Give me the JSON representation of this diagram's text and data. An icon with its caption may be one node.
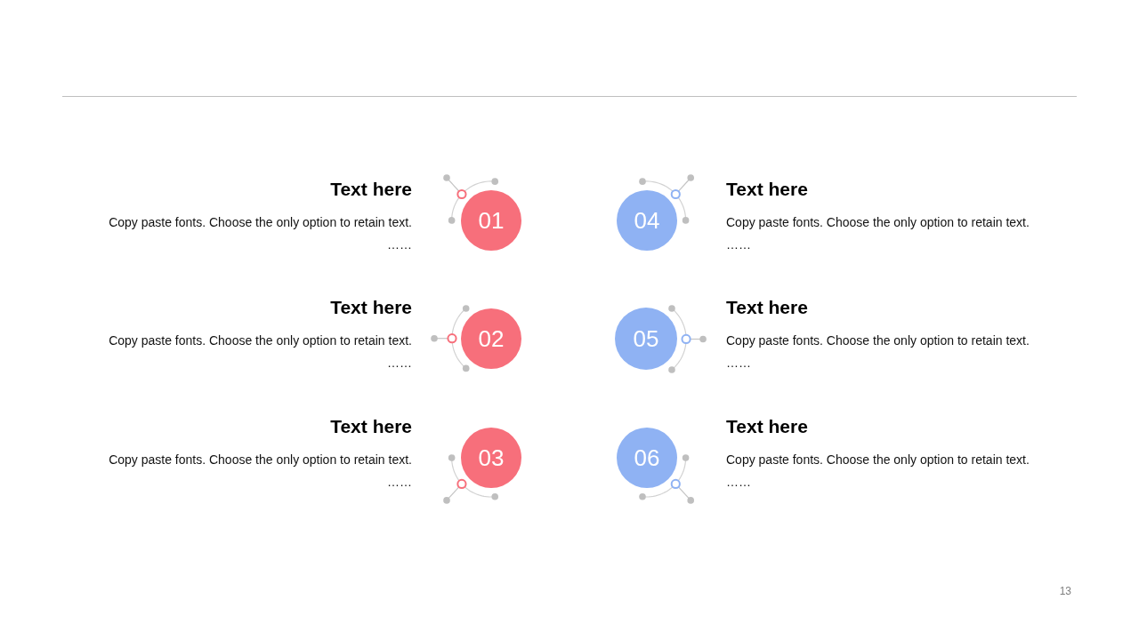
{
  "diagram": {
    "nodes": [
      {
        "text": [
          "01"
        ],
        "beside": [
          "Text here",
          "Copy paste fonts. Choose the only option to retain text. ……"
        ]
      },
      {
        "text": [
          "02"
        ],
        "beside": [
          "Text here",
          "Copy paste fonts. Choose the only option to retain text. ……"
        ]
      },
      {
        "text": [
          "03"
        ],
        "beside": [
          "Text here",
          "Copy paste fonts. Choose the only option to retain text. ……"
        ]
      },
      {
        "text": [
          "04"
        ],
        "beside": [
          "Text here",
          "Copy paste fonts. Choose the only option to retain text. ……"
        ]
      },
      {
        "text": [
          "05"
        ],
        "beside": [
          "Text here",
          "Copy paste fonts. Choose the only option to retain text. ……"
        ]
      },
      {
        "text": [
          "06"
        ],
        "beside": [
          "Text here",
          "Copy paste fonts. Choose the only option to retain text. ……"
        ]
      }
    ],
    "labels": [
      "13"
    ]
  }
}
